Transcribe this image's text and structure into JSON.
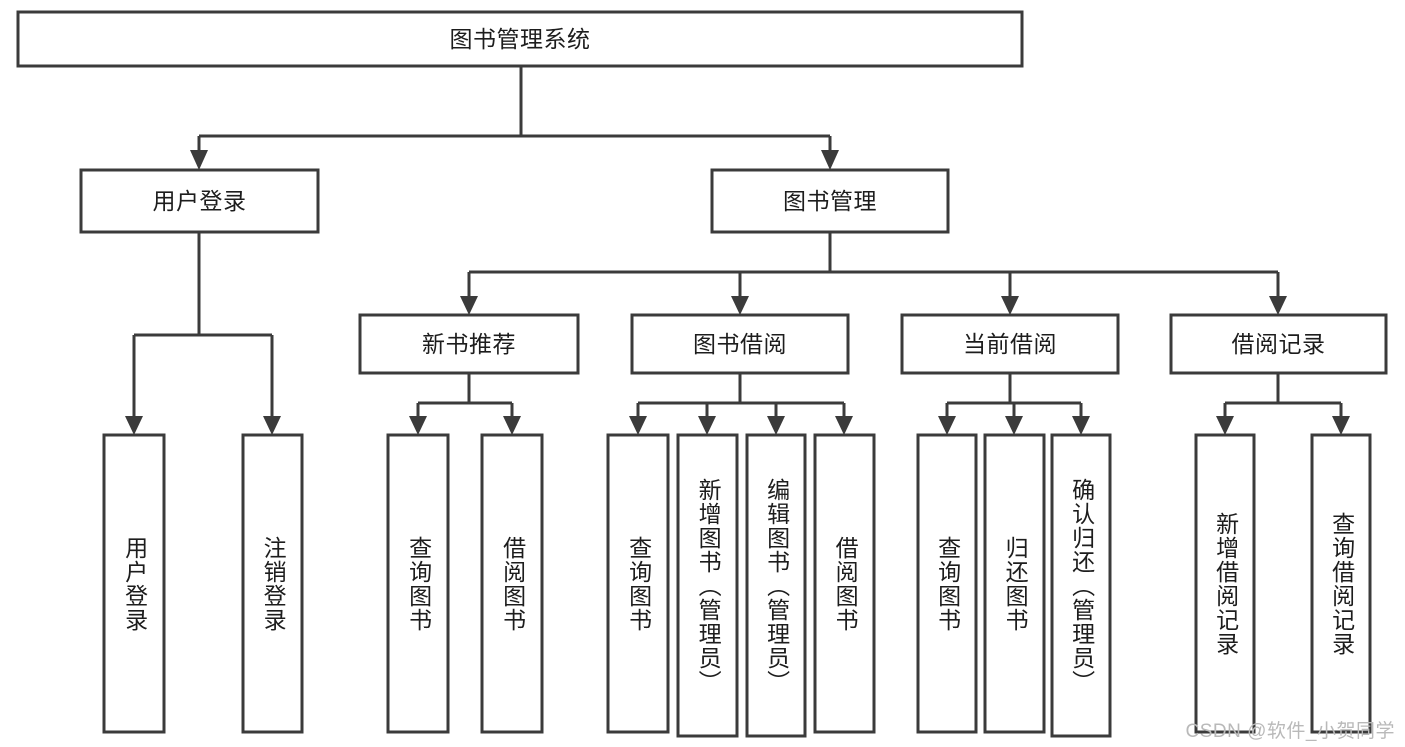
{
  "diagram": {
    "type": "hierarchy-tree",
    "title": "图书管理系统",
    "watermark": "CSDN @软件_小贺同学",
    "colors": {
      "stroke": "#3b3b3b",
      "fill": "#ffffff",
      "text": "#1d1d1d",
      "watermark": "#b9b9b9"
    },
    "nodes": {
      "root": {
        "label": "图书管理系统"
      },
      "level2": [
        {
          "label": "用户登录"
        },
        {
          "label": "图书管理"
        }
      ],
      "level3": [
        {
          "label": "新书推荐"
        },
        {
          "label": "图书借阅"
        },
        {
          "label": "当前借阅"
        },
        {
          "label": "借阅记录"
        }
      ],
      "leaves": {
        "user_login": [
          {
            "label": "用户登录"
          },
          {
            "label": "注销登录"
          }
        ],
        "new_book": [
          {
            "label": "查询图书"
          },
          {
            "label": "借阅图书"
          }
        ],
        "book_borrow": [
          {
            "label": "查询图书"
          },
          {
            "label": "新增图书（管理员）"
          },
          {
            "label": "编辑图书（管理员）"
          },
          {
            "label": "借阅图书"
          }
        ],
        "current_borrow": [
          {
            "label": "查询图书"
          },
          {
            "label": "归还图书"
          },
          {
            "label": "确认归还（管理员）"
          }
        ],
        "borrow_record": [
          {
            "label": "新增借阅记录"
          },
          {
            "label": "查询借阅记录"
          }
        ]
      }
    }
  }
}
